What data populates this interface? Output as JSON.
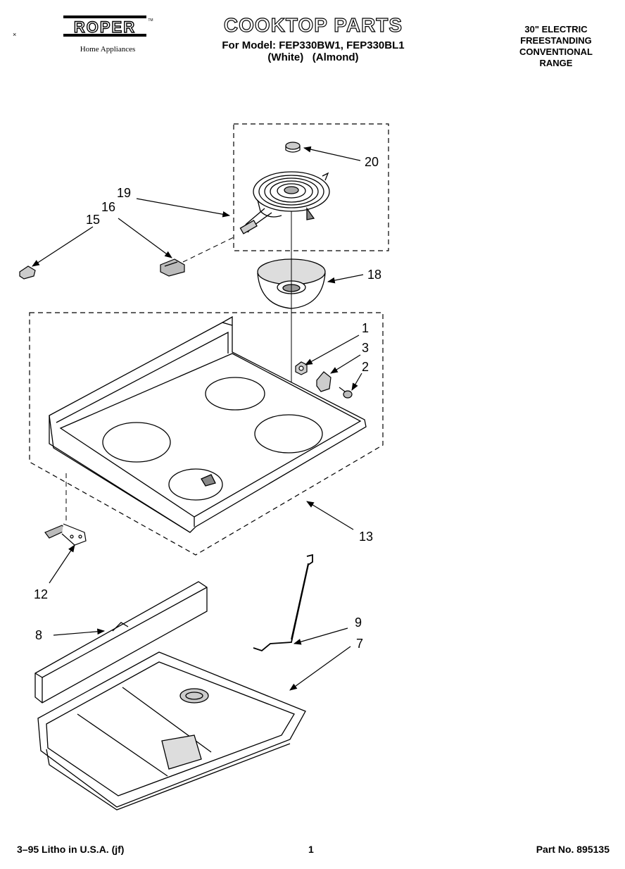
{
  "header": {
    "brand": "ROPER",
    "trademark": "TM",
    "brand_subtitle": "Home Appliances",
    "title": "COOKTOP PARTS",
    "model_line1": "For Model: FEP330BW1, FEP330BL1",
    "model_line2": "(White)   (Almond)",
    "range_type": [
      "30\" ELECTRIC",
      "FREESTANDING",
      "CONVENTIONAL",
      "RANGE"
    ]
  },
  "corner_mark": "×",
  "callouts": {
    "c1": "1",
    "c2": "2",
    "c3": "3",
    "c7": "7",
    "c8": "8",
    "c9": "9",
    "c12": "12",
    "c13": "13",
    "c15": "15",
    "c16": "16",
    "c18": "18",
    "c19": "19",
    "c20": "20"
  },
  "footer": {
    "left": "3–95 Litho in U.S.A. (jf)",
    "page": "1",
    "part_no": "Part No. 895135"
  }
}
